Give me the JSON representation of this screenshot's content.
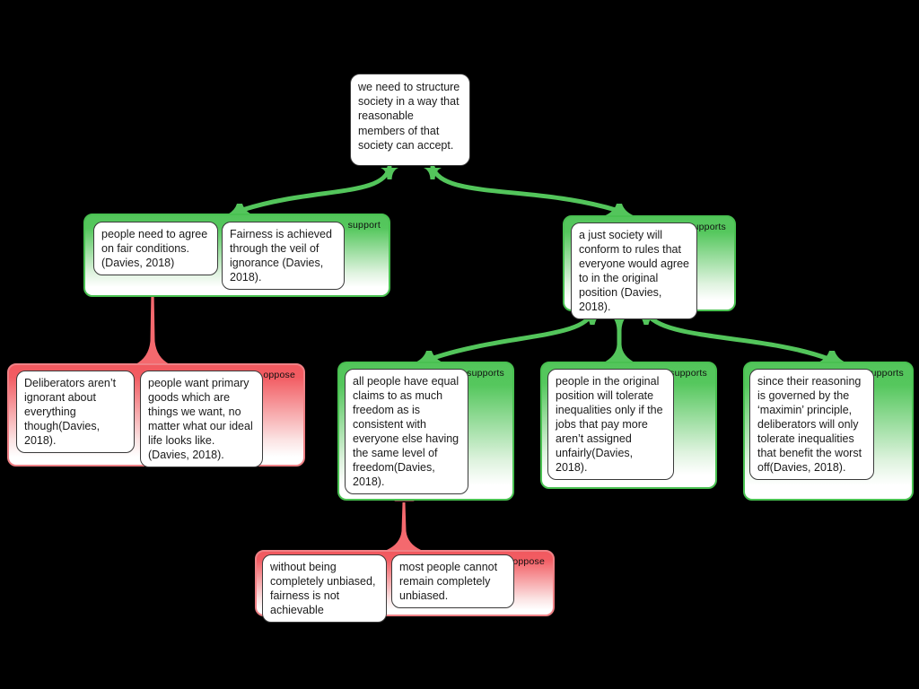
{
  "colors": {
    "background": "#000000",
    "support_green": "#53c55b",
    "oppose_red": "#f1595f",
    "oppose_line": "#f4696e",
    "box_background": "#ffffff",
    "box_border": "#3a3a3a",
    "label_text": "#101010"
  },
  "root": {
    "text": "we need to structure society in a way that reasonable members of that society can accept."
  },
  "groups": [
    {
      "label": "support",
      "type": "support",
      "boxes": [
        "people need to agree on fair conditions. (Davies, 2018)",
        "Fairness is achieved through the veil of ignorance (Davies, 2018)."
      ]
    },
    {
      "label": "supports",
      "type": "support",
      "boxes": [
        "a just society will conform to rules that everyone would agree to in the original position (Davies, 2018)."
      ]
    },
    {
      "label": "oppose",
      "type": "oppose",
      "boxes": [
        "Deliberators aren’t ignorant about everything though(Davies, 2018).",
        "people want primary goods which are things we want, no matter what our ideal life looks like.(Davies, 2018)."
      ]
    },
    {
      "label": "supports",
      "type": "support",
      "boxes": [
        "all people have equal claims to as much freedom as is consistent with everyone else having the same level of freedom(Davies, 2018)."
      ]
    },
    {
      "label": "supports",
      "type": "support",
      "boxes": [
        "people in the original position will tolerate inequalities only if the jobs that pay more aren’t assigned unfairly(Davies, 2018)."
      ]
    },
    {
      "label": "supports",
      "type": "support",
      "boxes": [
        "since their reasoning is governed by the ‘maximin’ principle, deliberators will only tolerate inequalities that benefit the worst off(Davies, 2018)."
      ]
    },
    {
      "label": "oppose",
      "type": "oppose",
      "boxes": [
        "without being completely unbiased, fairness is not achievable",
        "most people cannot remain completely unbiased."
      ]
    }
  ]
}
